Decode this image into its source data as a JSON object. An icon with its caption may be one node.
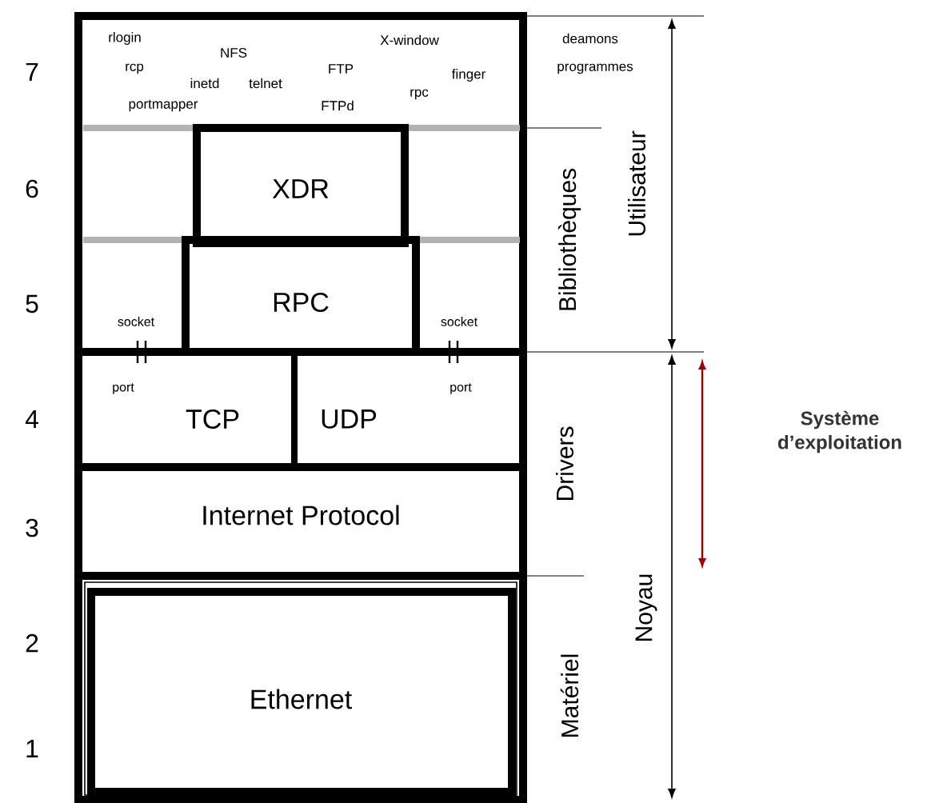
{
  "diagram": {
    "nodes": [
      {
        "text": [
          "XDR"
        ]
      },
      {
        "text": [
          "RPC"
        ]
      },
      {
        "text": [
          "TCP"
        ]
      },
      {
        "text": [
          "UDP"
        ]
      },
      {
        "text": [
          "Internet Protocol"
        ]
      },
      {
        "text": [
          "Ethernet"
        ]
      }
    ],
    "labels": [
      "7",
      "6",
      "5",
      "4",
      "3",
      "2",
      "1",
      "rlogin",
      "rcp",
      "portmapper",
      "inetd",
      "NFS",
      "telnet",
      "FTP",
      "FTPd",
      "X-window",
      "rpc",
      "finger",
      "deamons",
      "programmes",
      "socket",
      "socket",
      "port",
      "port",
      "Bibliothèques",
      "Utilisateur",
      "Drivers",
      "Noyau",
      "Matériel",
      "Système d’exploitation"
    ]
  }
}
